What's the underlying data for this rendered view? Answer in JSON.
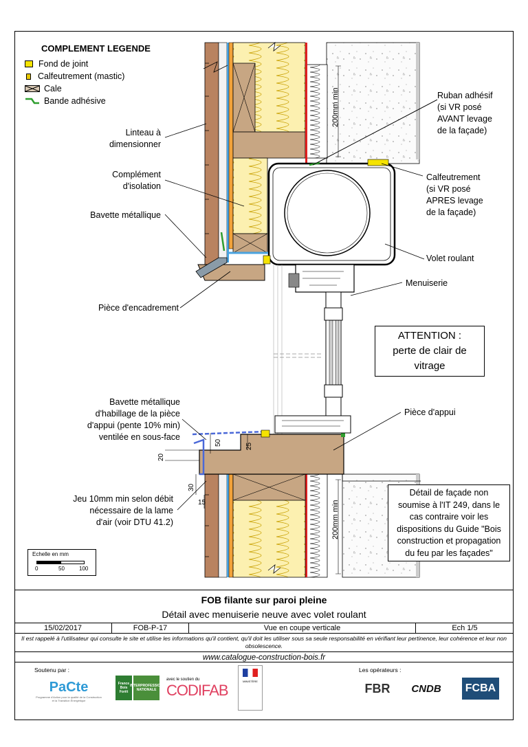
{
  "legend": {
    "title": "COMPLEMENT LEGENDE",
    "items": [
      {
        "label": "Fond de joint",
        "color": "#f5e300"
      },
      {
        "label": "Calfeutrement (mastic)",
        "color": "#e8c800"
      },
      {
        "label": "Cale",
        "color": "#d9c9b4"
      },
      {
        "label": "Bande adhésive",
        "color": "#2e9e2e"
      }
    ]
  },
  "labels": {
    "linteau": "Linteau à\ndimensionner",
    "complement_isolation": "Complément\nd'isolation",
    "bavette_metallique": "Bavette métallique",
    "piece_encadrement": "Pièce d'encadrement",
    "bavette_habillage": "Bavette métallique\nd'habillage de la pièce\nd'appui (pente 10% min)\nventilée en sous-face",
    "jeu": "Jeu 10mm min selon débit\nnécessaire de la lame\nd'air (voir DTU 41.2)",
    "ruban": "Ruban adhésif\n(si VR posé\nAVANT levage\nde la façade)",
    "calfeutrement": "Calfeutrement\n(si VR posé\nAPRES levage\nde la façade)",
    "volet": "Volet roulant",
    "menuiserie": "Menuiserie",
    "piece_appui": "Pièce d'appui"
  },
  "attention": "ATTENTION :\nperte de clair de\nvitrage",
  "note": "Détail de façade non\nsoumise à l'IT 249, dans le\ncas contraire voir les\ndispositions du Guide \"Bois\nconstruction et propagation\ndu feu par les façades\"",
  "dims": {
    "top_200": "200mm min",
    "bottom_200": "200mm min",
    "d50": "50",
    "d25": "25",
    "d20": "20",
    "d30": "30",
    "d15": "15"
  },
  "scale": {
    "title": "Echelle en mm",
    "n0": "0",
    "n50": "50",
    "n100": "100"
  },
  "title_block": {
    "title": "FOB filante sur paroi pleine",
    "subtitle": "Détail avec menuiserie neuve avec volet roulant",
    "date": "15/02/2017",
    "ref": "FOB-P-17",
    "view": "Vue en coupe verticale",
    "scale": "Ech 1/5",
    "disclaimer": "Il est rappelé à l'utilisateur qui consulte le site et utilise les informations qu'il contient, qu'il doit les utiliser sous sa seule responsabilité en vérifiant leur pertinence, leur cohérence et leur non obsolescence.",
    "website": "www.catalogue-construction-bois.fr",
    "supported_by": "Soutenu par :",
    "operators": "Les opérateurs :"
  },
  "logos": {
    "pacte": "PaCte",
    "pacte_sub": "Programme d'Action pour la qualité de la Construction et la Transition Énergétique",
    "france_bois": "France Bois Forêt",
    "interprofession": "INTERPROFESSION NATIONALE",
    "codifab_pre": "avec le soutien du",
    "codifab": "CODIFAB",
    "ministere": "MINISTÈRE",
    "fbr": "FBR",
    "cndb": "CNDB",
    "fcba": "FCBA"
  }
}
